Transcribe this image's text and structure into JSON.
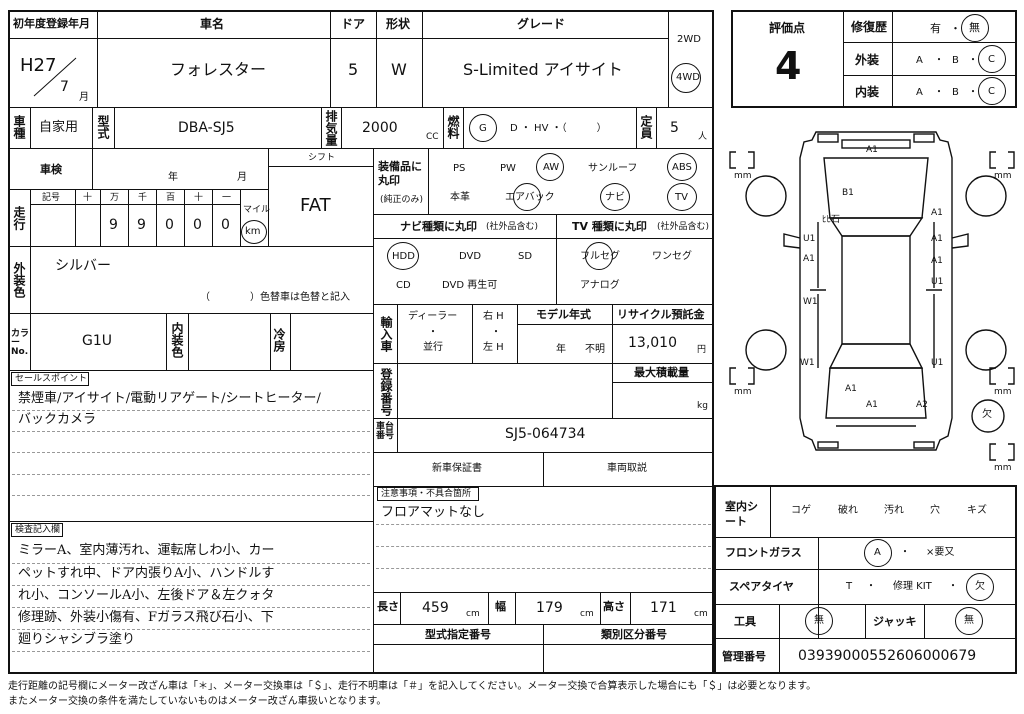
{
  "header": {
    "reg_label": "初年度登録年月",
    "reg_era": "H27",
    "reg_month": "7",
    "reg_month_unit": "月",
    "name_label": "車名",
    "name": "フォレスター",
    "door_label": "ドア",
    "door": "5",
    "shape_label": "形状",
    "shape": "W",
    "grade_label": "グレード",
    "grade": "S-Limited アイサイト",
    "drive_2wd": "2WD",
    "drive_4wd": "4WD"
  },
  "eval": {
    "score_label": "評価点",
    "score": "4",
    "repair_label": "修復歴",
    "repair_yes": "有",
    "dot": "・",
    "repair_no": "無",
    "ext_label": "外装",
    "int_label": "内装",
    "a": "A",
    "b": "B",
    "c": "C"
  },
  "row2": {
    "use_label": "車種",
    "use": "自家用",
    "model_label": "型式",
    "model": "DBA-SJ5",
    "disp_label": "排気量",
    "disp": "2000",
    "cc": "CC",
    "fuel_label": "燃料",
    "fuel_g": "G",
    "fuel_rest": "D ・ HV ・（　　　）",
    "cap_label": "定員",
    "cap": "5",
    "cap_unit": "人"
  },
  "left": {
    "inspect_label": "車検",
    "year": "年",
    "month": "月",
    "shift_label": "シフト",
    "shift": "FAT",
    "mileage_label": "走行",
    "kigo": "記号",
    "digit_heads": [
      "十",
      "万",
      "千",
      "百",
      "十",
      "一"
    ],
    "digits": [
      "9",
      "9",
      "0",
      "0",
      "0"
    ],
    "mile": "マイル",
    "km": "km",
    "color_label": "外装色",
    "color": "シルバー",
    "color_note": "（　　　　）色替車は色替と記入",
    "color_no_label": "カラーNo.",
    "color_no": "G1U",
    "interior_label": "内装色",
    "ac_label": "冷房",
    "sales_label": "セールスポイント",
    "sales_lines": [
      "禁煙車/アイサイト/電動リアゲート/シートヒーター/",
      "バックカメラ"
    ],
    "inspect_notes_label": "検査記入欄",
    "inspect_lines": [
      "ミラーA、室内薄汚れ、運転席しわ小、カー",
      "ペットすれ中、ドア内張りA小、ハンドルす",
      "れ小、コンソールA小、左後ドア＆左クォタ",
      "修理跡、外装小傷有、Fガラス飛び石小、下",
      "廻りシャシブラ塗り"
    ]
  },
  "equip": {
    "label": "装備品に丸印",
    "label_sub": "(純正のみ)",
    "row1": [
      "PS",
      "PW",
      "AW",
      "サンルーフ",
      "ABS"
    ],
    "row2": [
      "本革",
      "エアバック",
      "ナビ",
      "TV"
    ],
    "nav_label": "ナビ種類に丸印",
    "nav_sub": "(社外品含む)",
    "nav_items": [
      "HDD",
      "DVD",
      "SD",
      "CD",
      "DVD 再生可"
    ],
    "tv_label": "TV 種類に丸印",
    "tv_sub": "(社外品含む)",
    "tv_items": [
      "フルセグ",
      "ワンセグ",
      "アナログ"
    ]
  },
  "mid": {
    "import_label": "輸入車",
    "dealer": "ディーラー",
    "dot": "・",
    "parallel": "並行",
    "right_h": "右 H",
    "left_h": "左 H",
    "model_year_label": "モデル年式",
    "model_year_yr": "年",
    "model_year_unknown": "不明",
    "recycle_label": "リサイクル預託金",
    "recycle": "13,010",
    "yen": "円",
    "reg_no_label": "登録番号",
    "max_load_label": "最大積載量",
    "kg": "kg",
    "chassis_label": "車台番号",
    "chassis": "SJ5-064734",
    "warranty": "新車保証書",
    "manual": "車両取説",
    "notes_label": "注意事項・不具合箇所",
    "notes": "フロアマットなし",
    "length_label": "長さ",
    "length": "459",
    "width_label": "幅",
    "width": "179",
    "height_label": "高さ",
    "height": "171",
    "cm": "cm",
    "type_no_label": "型式指定番号",
    "class_no_label": "類別区分番号"
  },
  "bottom_right": {
    "interior_seat_label": "室内シート",
    "seat_items": [
      "コゲ",
      "破れ",
      "汚れ",
      "穴",
      "キズ"
    ],
    "glass_label": "フロントガラス",
    "glass_a": "A",
    "glass_rest": "×要又",
    "spare_label": "スペアタイヤ",
    "spare_t": "T",
    "spare_kit": "修理 KIT",
    "spare_none": "欠",
    "tools_label": "工具",
    "tools": "無",
    "jack_label": "ジャッキ",
    "jack": "無",
    "mgmt_label": "管理番号",
    "mgmt": "03939000552606000679"
  },
  "diagram": {
    "marks": [
      "A1",
      "B1",
      "ﾋﾋ石",
      "U1",
      "A1",
      "A1",
      "A1",
      "A1",
      "W1",
      "U1",
      "W1",
      "U1",
      "A1",
      "A1",
      "A2"
    ],
    "mm": "mm",
    "missing": "欠"
  },
  "footer": {
    "line1": "走行距離の記号欄にメーター改ざん車は「＊」、メーター交換車は「＄」、走行不明車は「＃」を記入してください。メーター交換で合算表示した場合にも「＄」は必要となります。",
    "line2": "またメーター交換の条件を満たしていないものはメーター改ざん車扱いとなります。"
  }
}
